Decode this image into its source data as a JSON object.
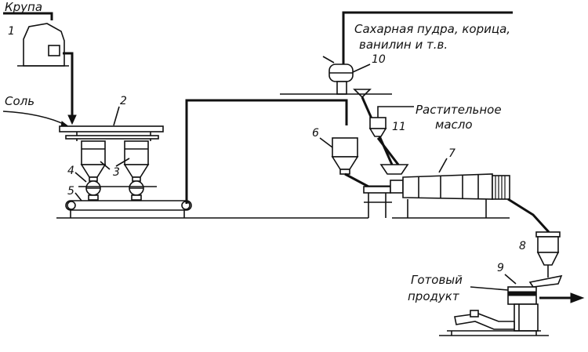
{
  "labels": {
    "krupa": "Крупа",
    "sol": "Соль",
    "sugar_line1": "Сахарная пудра, корица,",
    "sugar_line2": "ванилин  и  т.в.",
    "oil_line1": "Растительное",
    "oil_line2": "масло",
    "product_line1": "Готовый",
    "product_line2": "продукт"
  },
  "numbers": {
    "n1": "1",
    "n2": "2",
    "n3": "3",
    "n4": "4",
    "n5": "5",
    "n6": "6",
    "n7": "7",
    "n8": "8",
    "n9": "9",
    "n10": "10",
    "n11": "11"
  }
}
